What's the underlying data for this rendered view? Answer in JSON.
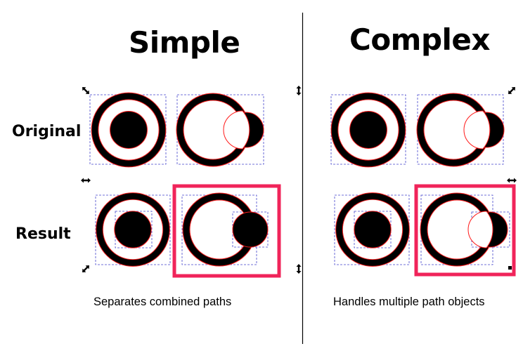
{
  "columns": {
    "simple": {
      "title": "Simple",
      "caption": "Separates combined paths"
    },
    "complex": {
      "title": "Complex",
      "caption": "Handles multiple path objects"
    }
  },
  "rows": {
    "original": "Original",
    "result": "Result"
  },
  "colors": {
    "fill": "#000000",
    "outline": "#ff1a1a",
    "bbox": "#4444cc",
    "highlight": "#f0245a",
    "divider": "#000000"
  },
  "icons": [
    "scale-arrow-icon",
    "rotate-handle-icon"
  ]
}
